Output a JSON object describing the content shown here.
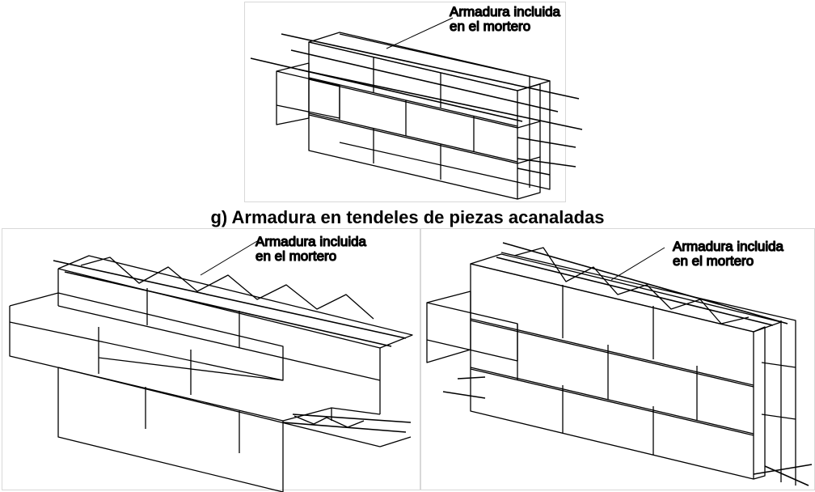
{
  "caption": "g) Armadura en tendeles de piezas acanaladas",
  "callouts": {
    "top": [
      "Armadura incluida",
      "en el mortero"
    ],
    "bottom_left": [
      "Armadura incluida",
      "en el mortero"
    ],
    "bottom_right": [
      "Armadura incluida",
      "en el mortero"
    ]
  },
  "colors": {
    "stroke": "#000000",
    "background": "#ffffff",
    "panel_border": "#d8d8d8"
  }
}
